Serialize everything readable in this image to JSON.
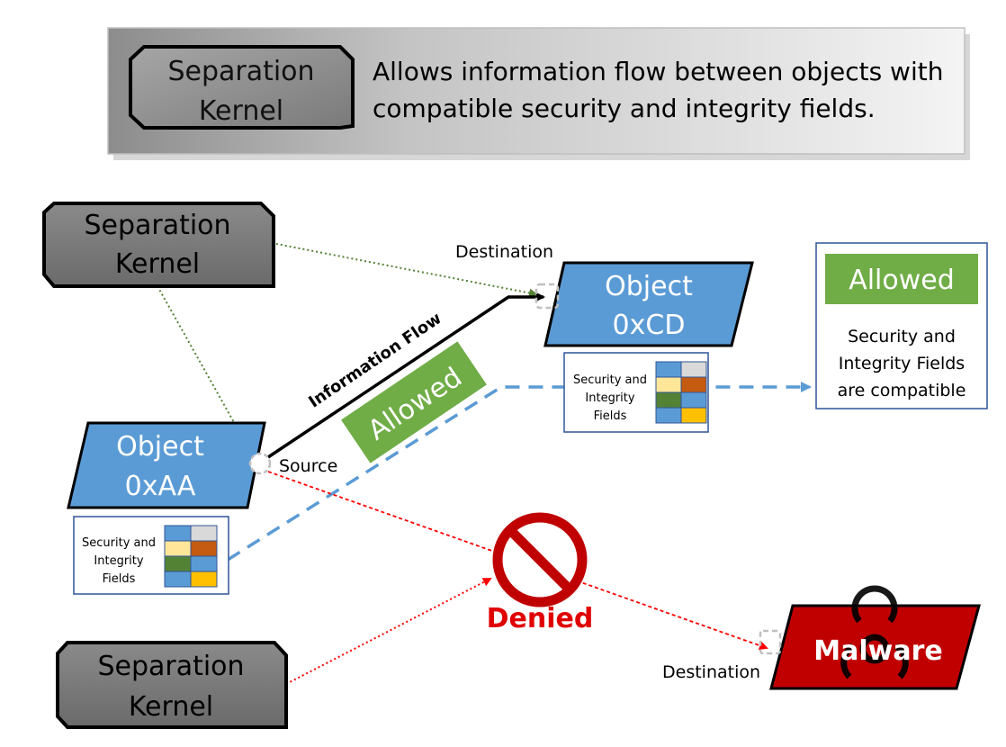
{
  "header": {
    "badge": {
      "line1": "Separation",
      "line2": "Kernel"
    },
    "description": {
      "line1": "Allows information flow between objects with",
      "line2": "compatible security and integrity fields."
    }
  },
  "kernels": {
    "top": {
      "line1": "Separation",
      "line2": "Kernel"
    },
    "bottom": {
      "line1": "Separation",
      "line2": "Kernel"
    }
  },
  "objects": {
    "cd": {
      "line1": "Object",
      "line2": "0xCD"
    },
    "aa": {
      "line1": "Object",
      "line2": "0xAA"
    },
    "malware": {
      "label": "Malware"
    }
  },
  "ports": {
    "destination_top": "Destination",
    "source": "Source",
    "destination_bottom": "Destination"
  },
  "fields": {
    "cd": {
      "line1": "Security and",
      "line2": "Integrity",
      "line3": "Fields"
    },
    "aa": {
      "line1": "Security and",
      "line2": "Integrity",
      "line3": "Fields"
    }
  },
  "flow": {
    "label": "Information Flow",
    "status": "Allowed"
  },
  "result": {
    "status": "Allowed",
    "line1": "Security and",
    "line2": "Integrity Fields",
    "line3": "are compatible"
  },
  "denied": {
    "label": "Denied"
  },
  "colors": {
    "object_blue": "#5b9bd5",
    "allowed_green": "#70ad47",
    "denied_red": "#e00000",
    "malware_red": "#c00000",
    "kernel_gray": "#7f7f7f",
    "kernel_link_green": "#548235",
    "compat_link_blue": "#5b9bd5"
  },
  "field_grid_colors": [
    [
      "#5b9bd5",
      "#d9d9d9"
    ],
    [
      "#ffe699",
      "#c55a11"
    ],
    [
      "#548235",
      "#5b9bd5"
    ],
    [
      "#5b9bd5",
      "#ffc000"
    ]
  ]
}
